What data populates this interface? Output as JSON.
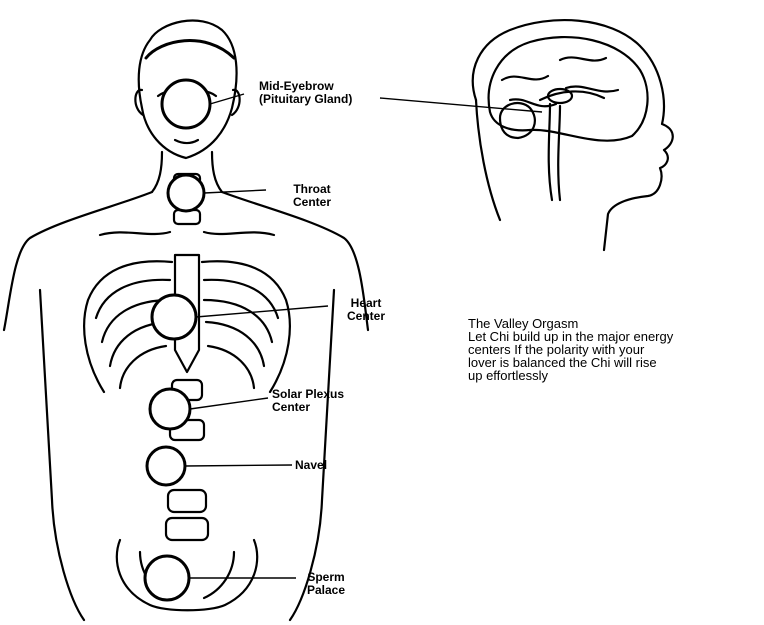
{
  "labels": {
    "mid_eyebrow": {
      "line1": "Mid-Eyebrow",
      "line2": "(Pituitary Gland)"
    },
    "throat": {
      "line1": "Throat",
      "line2": "Center"
    },
    "heart": {
      "line1": "Heart",
      "line2": "Center"
    },
    "solar_plexus": {
      "line1": "Solar Plexus",
      "line2": "Center"
    },
    "navel": {
      "line1": "Navel"
    },
    "sperm_palace": {
      "line1": "Sperm",
      "line2": "Palace"
    }
  },
  "caption": {
    "title": "The Valley Orgasm",
    "lines": [
      "Let Chi build up in the major energy",
      "centers  If the polarity with your",
      "lover is balanced the Chi will rise",
      "up effortlessly"
    ]
  }
}
